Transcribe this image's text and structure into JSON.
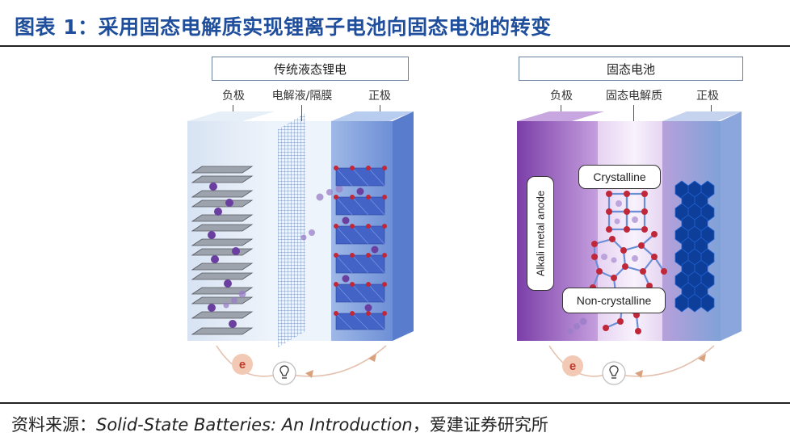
{
  "figure": {
    "title": "图表 1：采用固态电解质实现锂离子电池向固态电池的转变"
  },
  "left_panel": {
    "title": "传统液态锂电",
    "labels": {
      "anode": "负极",
      "electrolyte": "电解液/隔膜",
      "cathode": "正极"
    },
    "electron": "e"
  },
  "right_panel": {
    "title": "固态电池",
    "labels": {
      "anode": "负极",
      "electrolyte": "固态电解质",
      "cathode": "正极"
    },
    "anode_tag": "Alkali metal anode",
    "crystalline": "Crystalline",
    "non_crystalline": "Non-crystalline",
    "electron": "e"
  },
  "source": {
    "prefix": "资料来源：",
    "reference": "Solid-State Batteries: An Introduction",
    "suffix": "，爱建证券研究所"
  },
  "colors": {
    "title_blue": "#1f4e9c",
    "graphite": "#8a8f98",
    "lithium_ion": "#6b3fa0",
    "cathode_blue": "#3d63c9",
    "oxygen_red": "#c0283a",
    "solid_purple": "#9b5fc0",
    "hex_blue": "#0d3f9a"
  },
  "icons": [
    "electron-icon",
    "lightbulb-icon",
    "arrow-icon"
  ]
}
